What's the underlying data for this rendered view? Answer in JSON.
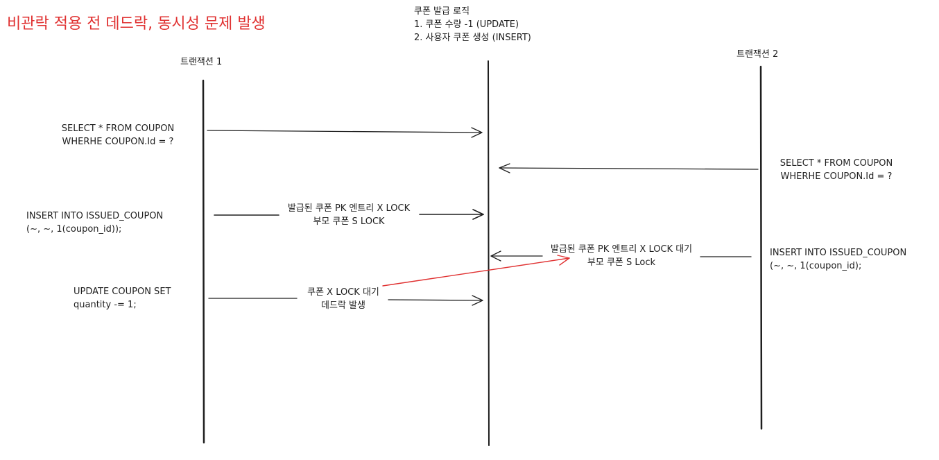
{
  "title": "비관락 적용 전 데드락, 동시성 문제 발생",
  "colors": {
    "title": "#e03131",
    "ink": "#1e1e1e",
    "highlight": "#e03131"
  },
  "lanes": {
    "tx1": "트랜잭션 1",
    "tx2": "트랜잭션 2",
    "logic": {
      "heading": "쿠폰 발급 로직",
      "step1": "1. 쿠폰 수량 -1 (UPDATE)",
      "step2": "2. 사용자 쿠폰 생성 (INSERT)"
    }
  },
  "tx1_ops": {
    "select_l1": "SELECT * FROM COUPON",
    "select_l2": "WHERHE COUPON.Id = ?",
    "insert_l1": "INSERT INTO ISSUED_COUPON",
    "insert_l2": "(~, ~, 1(coupon_id));",
    "update_l1": "UPDATE COUPON SET",
    "update_l2": "quantity -= 1;"
  },
  "tx2_ops": {
    "select_l1": "SELECT * FROM COUPON",
    "select_l2": "WHERHE COUPON.Id = ?",
    "insert_l1": "INSERT INTO ISSUED_COUPON",
    "insert_l2": "(~, ~, 1(coupon_id);"
  },
  "locks": {
    "tx1_insert_l1": "발급된 쿠폰 PK 엔트리 X LOCK",
    "tx1_insert_l2": "부모 쿠폰 S LOCK",
    "tx2_insert_l1": "발급된 쿠폰 PK 엔트리 X LOCK 대기",
    "tx2_insert_l2": "부모 쿠폰 S Lock",
    "tx1_update_l1": "쿠폰 X LOCK 대기",
    "tx1_update_l2": "데드락 발생"
  }
}
